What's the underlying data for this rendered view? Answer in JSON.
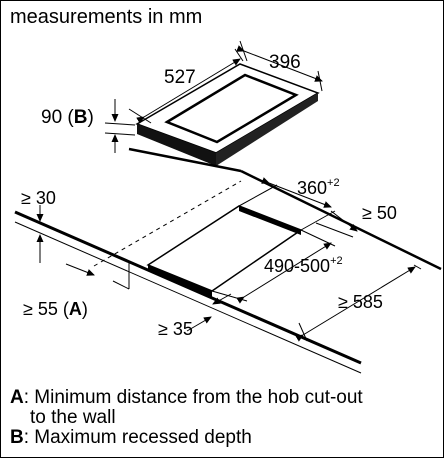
{
  "title": "measurements in mm",
  "dimensions": {
    "top_depth": "527",
    "top_width": "396",
    "recess_depth_value": "90 (",
    "recess_depth_key": "B",
    "recess_depth_close": ")",
    "wall_gap_min": "≥ 30",
    "cutout_width": "360",
    "cutout_width_tol": "+2",
    "front_gap_min": "≥ 50",
    "cutout_depth": "490-500",
    "cutout_depth_tol": "+2",
    "wall_distance_value": "≥ 55 (",
    "wall_distance_key": "A",
    "wall_distance_close": ")",
    "side_distance_min": "≥ 585",
    "worktop_edge_min": "≥ 35"
  },
  "legend": {
    "a_key": "A",
    "a_text_line1": ": Minimum distance from the hob cut-out",
    "a_text_line2": "to the wall",
    "b_key": "B",
    "b_text": ": Maximum recessed depth"
  }
}
